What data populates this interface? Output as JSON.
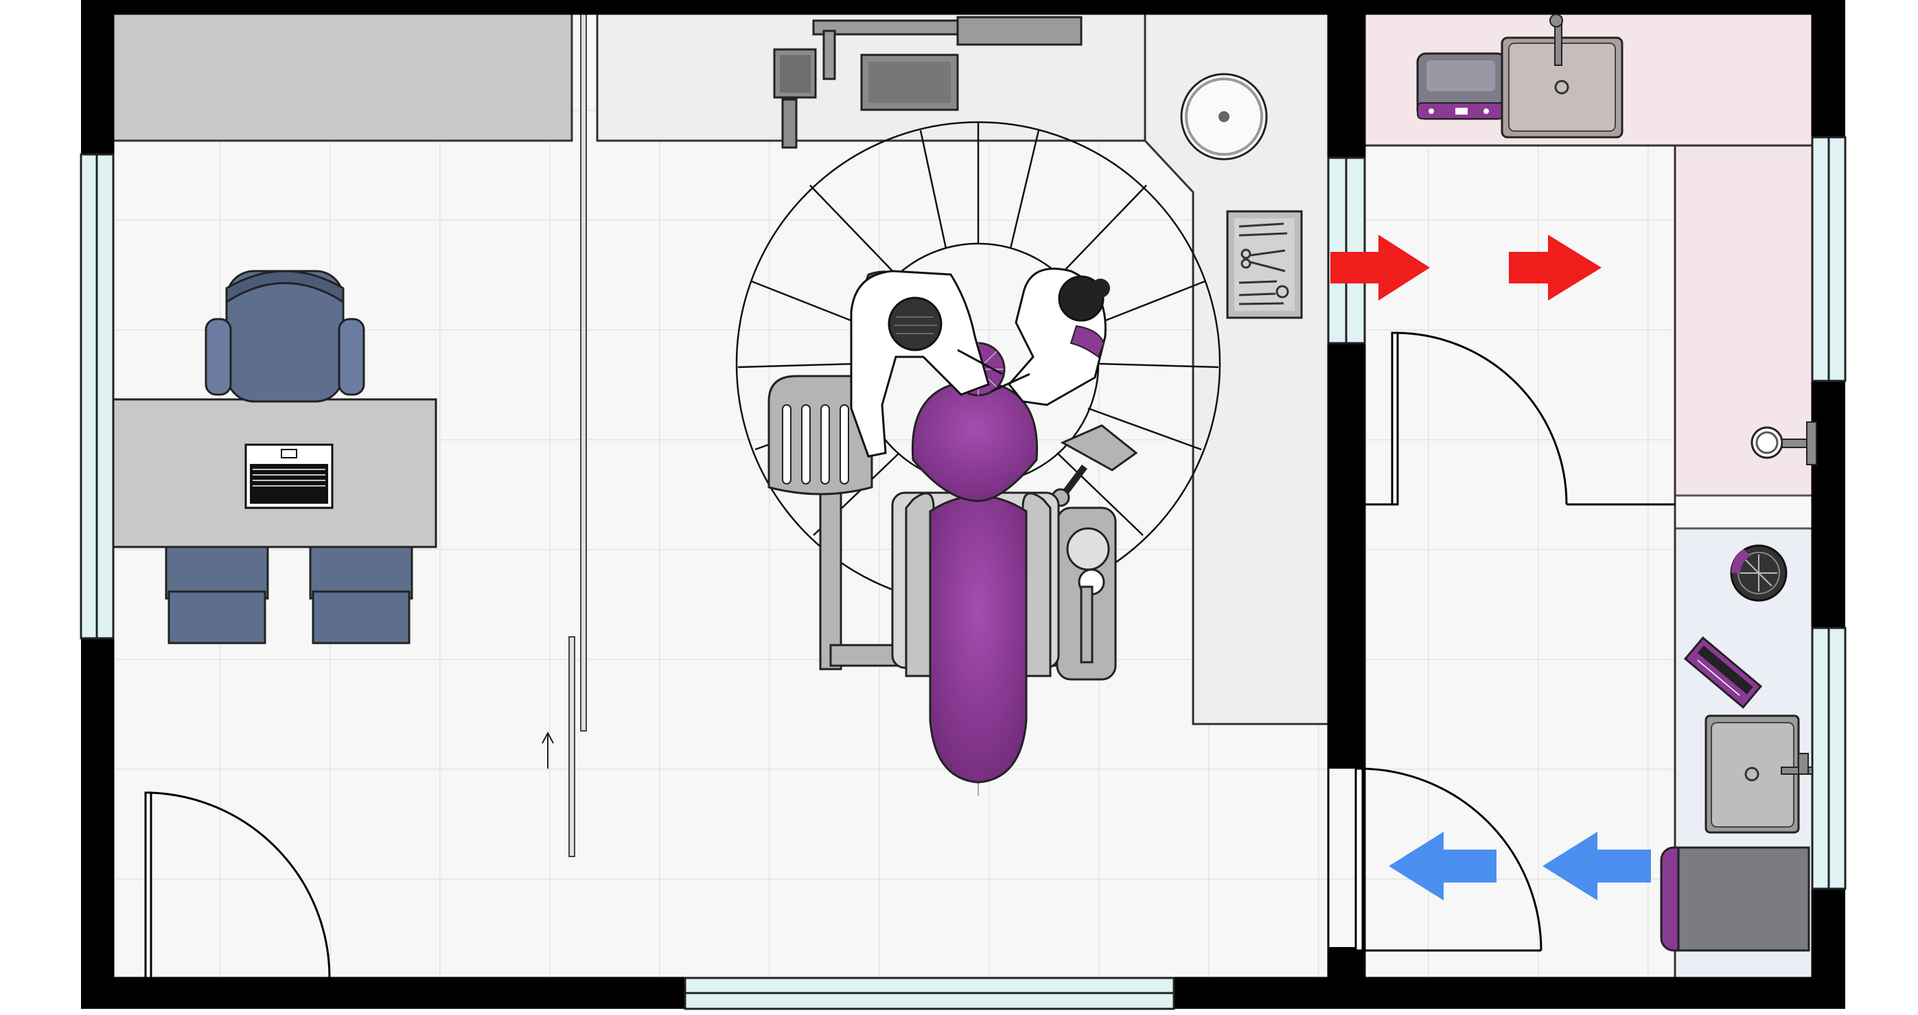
{
  "diagram": {
    "type": "dental clinic floor plan (top view)",
    "labels": []
  },
  "colors": {
    "wall": "#000000",
    "floor": "#f7f7f7",
    "grid": "#e3e3e3",
    "window": "#dff3f5",
    "counter_gray": "#c8c8c8",
    "dirty_zone": "#f4e6e8",
    "clean_zone": "#eceef6",
    "chair_purple": "#8a3a93",
    "furniture_blue": "#5e6f8e",
    "steel": "#b4b4b4",
    "dirty_flow_arrow": "#f01d1d",
    "clean_flow_arrow": "#4b8ff0"
  },
  "flows": {
    "dirty_instruments_direction": "right",
    "clean_instruments_direction": "left"
  },
  "icons": [
    "desk-chair-icon",
    "laptop-icon",
    "visitor-chair-icon",
    "dental-chair-icon",
    "dentist-stool-icon",
    "dentist-icon",
    "assistant-icon",
    "operating-lamp-icon",
    "xray-viewer-icon",
    "cuspidor-icon",
    "instrument-tray-icon",
    "sink-icon",
    "ultrasonic-cleaner-icon",
    "magnifier-lamp-icon",
    "sealing-machine-icon",
    "autoclave-icon",
    "arrow-right-icon",
    "arrow-left-icon"
  ]
}
